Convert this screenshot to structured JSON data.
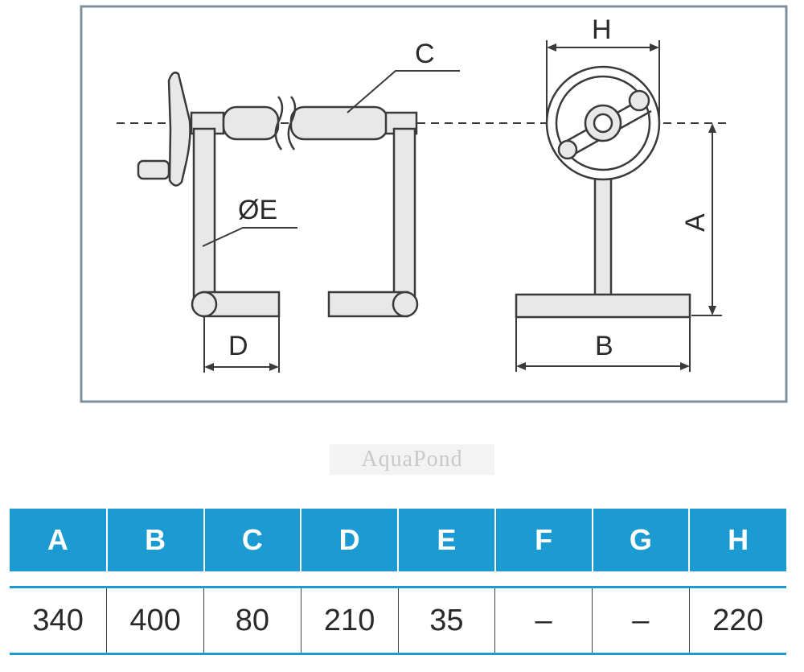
{
  "diagram": {
    "labels": {
      "a": "A",
      "b": "B",
      "c": "C",
      "d": "D",
      "e": "ØE",
      "h": "H"
    },
    "colors": {
      "frame": "#7f909c",
      "line": "#3a3a3a",
      "fill": "#e8e8e8"
    }
  },
  "watermark": "AquaPond",
  "table": {
    "header_color": "#1b9bd2",
    "headers": [
      "A",
      "B",
      "C",
      "D",
      "E",
      "F",
      "G",
      "H"
    ],
    "values": [
      "340",
      "400",
      "80",
      "210",
      "35",
      "–",
      "–",
      "220"
    ]
  }
}
